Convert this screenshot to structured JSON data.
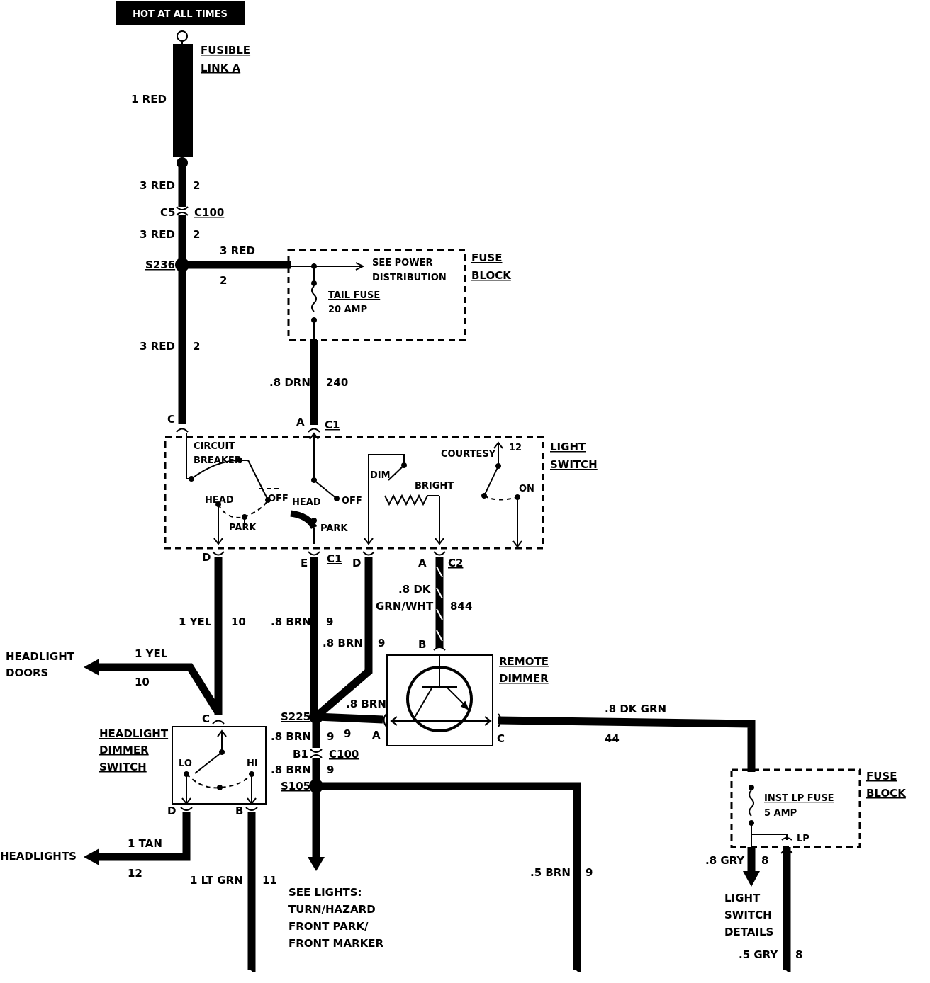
{
  "hot_at_all_times": "HOT AT ALL TIMES",
  "fusible_link": {
    "line1": "FUSIBLE",
    "line2": "LINK A",
    "wire": "1 RED"
  },
  "wires": {
    "top_a": "3 RED",
    "top_a_num": "2",
    "c5": "C5",
    "c100_top": "C100",
    "top_b": "3 RED",
    "top_b_num": "2",
    "s236": "S236",
    "to_fuse": "3 RED",
    "to_fuse_num": "2",
    "down_c": "3 RED",
    "down_c_num": "2",
    "drn": ".8 DRN",
    "drn_num": "240",
    "yel": "1 YEL",
    "yel_num": "10",
    "brn_e": ".8 BRN",
    "brn_e_num": "9",
    "brn_d": ".8 BRN",
    "brn_d_num": "9",
    "dkgrnwht_1": ".8 DK",
    "dkgrnwht_2": "GRN/WHT",
    "dkgrnwht_num": "844",
    "hd_yel": "1 YEL",
    "hd_yel_num": "10",
    "s225": "S225",
    "brn_to_dimmer": ".8 BRN",
    "brn_to_dimmer_num": "9",
    "brn_below": ".8 BRN",
    "brn_below_num": "9",
    "b1": "B1",
    "c100_bottom": "C100",
    "brn_s105": ".8 BRN",
    "brn_s105_num": "9",
    "s105": "S105",
    "dkgrn": ".8 DK GRN",
    "dkgrn_num": "44",
    "tan": "1 TAN",
    "tan_num": "12",
    "ltgrn": "1 LT GRN",
    "ltgrn_num": "11",
    "brn5": ".5 BRN",
    "brn5_num": "9",
    "gry8": ".8 GRY",
    "gry8_num": "8",
    "gry5": ".5 GRY",
    "gry5_num": "8"
  },
  "fuse_block_top": {
    "title1": "FUSE",
    "title2": "BLOCK",
    "see1": "SEE POWER",
    "see2": "DISTRIBUTION",
    "fuse": "TAIL FUSE",
    "amp": "20 AMP"
  },
  "light_switch": {
    "title1": "LIGHT",
    "title2": "SWITCH",
    "breaker1": "CIRCUIT",
    "breaker2": "BREAKER",
    "head1": "HEAD",
    "off1": "OFF",
    "park1": "PARK",
    "head2": "HEAD",
    "off2": "OFF",
    "park2": "PARK",
    "dim": "DIM",
    "bright": "BRIGHT",
    "courtesy": "COURTESY",
    "courtesy_num": "12",
    "on": "ON",
    "pin_c": "C",
    "pin_a": "A",
    "c1_top": "C1",
    "pin_d1": "D",
    "pin_e": "E",
    "c1_bottom": "C1",
    "pin_d2": "D",
    "pin_a2": "A",
    "c2": "C2"
  },
  "remote_dimmer": {
    "title1": "REMOTE",
    "title2": "DIMMER",
    "pin_b": "B",
    "pin_a": "A",
    "pin_c": "C"
  },
  "headlight_doors": {
    "line1": "HEADLIGHT",
    "line2": "DOORS"
  },
  "headlight_dimmer": {
    "line1": "HEADLIGHT",
    "line2": "DIMMER",
    "line3": "SWITCH",
    "lo": "LO",
    "hi": "HI",
    "pin_c": "C",
    "pin_d": "D",
    "pin_b": "B"
  },
  "headlights": "HEADLIGHTS",
  "see_lights": {
    "line1": "SEE LIGHTS:",
    "line2": "TURN/HAZARD",
    "line3": "FRONT PARK/",
    "line4": "FRONT MARKER"
  },
  "fuse_block_bottom": {
    "title1": "FUSE",
    "title2": "BLOCK",
    "fuse": "INST LP FUSE",
    "amp": "5 AMP",
    "lp": "LP"
  },
  "light_switch_details": {
    "line1": "LIGHT",
    "line2": "SWITCH",
    "line3": "DETAILS"
  }
}
